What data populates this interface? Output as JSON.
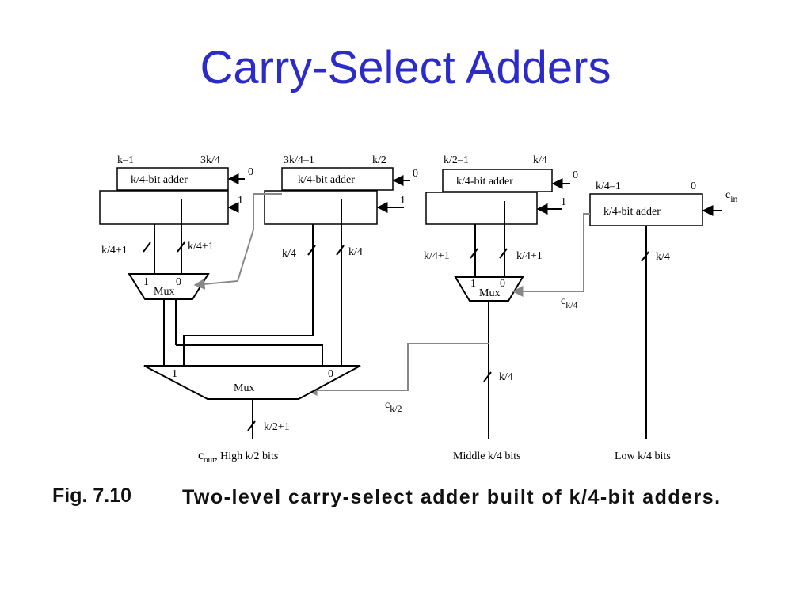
{
  "slide": {
    "title": "Carry-Select Adders"
  },
  "diagram": {
    "adders": [
      {
        "label": "k/4-bit adder",
        "msb": "k–1",
        "lsb": "3k/4"
      },
      {
        "label": "k/4-bit adder",
        "msb": "3k/4–1",
        "lsb": "k/2"
      },
      {
        "label": "k/4-bit adder",
        "msb": "k/2–1",
        "lsb": "k/4"
      },
      {
        "label": "k/4-bit adder",
        "msb": "k/4–1",
        "lsb": "0"
      }
    ],
    "carry_zero": "0",
    "carry_one": "1",
    "c_in": "c",
    "c_in_sub": "in",
    "bus_widths": {
      "a1_left": "k/4+1",
      "a1_right": "k/4+1",
      "a2_left": "k/4",
      "a2_right": "k/4",
      "a3_left": "k/4+1",
      "a3_right": "k/4+1",
      "a4": "k/4",
      "middle": "k/4",
      "final": "k/2+1"
    },
    "mux_small_label": "Mux",
    "mux_small_in1": "1",
    "mux_small_in0": "0",
    "mux_big_label": "Mux",
    "mux_big_in1": "1",
    "mux_big_in0": "0",
    "carry_k4": "c",
    "carry_k4_sub": "k/4",
    "carry_k2": "c",
    "carry_k2_sub": "k/2",
    "outputs": {
      "high_c": "c",
      "high_c_sub": "out",
      "high_rest": ",  High k/2 bits",
      "middle": "Middle k/4 bits",
      "low": "Low k/4 bits"
    }
  },
  "caption": {
    "label": "Fig. 7.10",
    "text": "Two-level carry-select adder built of k/4-bit adders."
  }
}
